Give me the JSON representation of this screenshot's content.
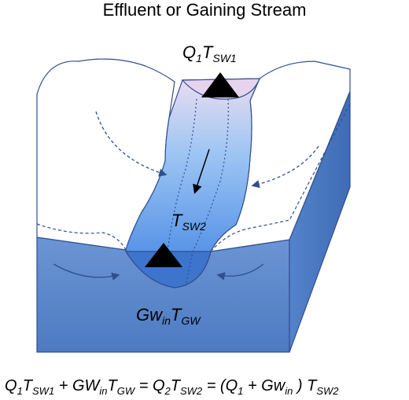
{
  "title": "Effluent or Gaining Stream",
  "labels": {
    "inflow": {
      "main": "Q",
      "sub1": "1",
      "main2": "T",
      "sub2": "SW1"
    },
    "midstream": {
      "main": "T",
      "sub": "SW2"
    },
    "groundwater": {
      "main": "Gw",
      "sub1": "in",
      "main2": "T",
      "sub2": "GW"
    }
  },
  "equation": {
    "parts": [
      {
        "t": "Q",
        "s": "1"
      },
      {
        "t": "T",
        "s": "SW1"
      },
      {
        "t": " + GW",
        "s": "in"
      },
      {
        "t": "T",
        "s": "GW"
      },
      {
        "t": " = Q",
        "s": "2"
      },
      {
        "t": "T",
        "s": "SW2"
      },
      {
        "t": " = (Q",
        "s": "1"
      },
      {
        "t": " + Gw",
        "s": "in"
      },
      {
        "t": " ) T",
        "s": "SW2"
      }
    ]
  },
  "colors": {
    "block_front": "#4f7fc4",
    "block_side": "#3f6db7",
    "block_top": "#ffffff",
    "outline": "#2f4f8f",
    "stream_top": "#e8d5ef",
    "stream_bottom": "#3d7fe0",
    "arrows": "#2f4f8f",
    "markers": "#000000"
  }
}
